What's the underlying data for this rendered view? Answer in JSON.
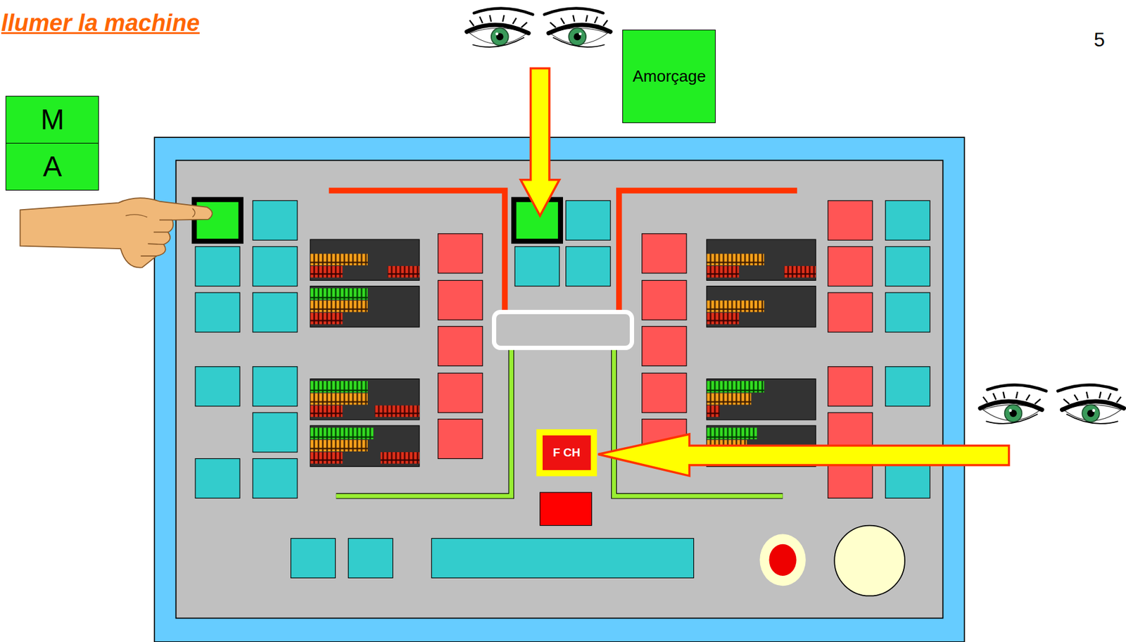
{
  "diagram": {
    "title": "llumer la machine",
    "nodes": [
      {
        "text": [
          "M",
          "A"
        ]
      },
      {
        "text": [
          "Amorçage"
        ]
      },
      {
        "text": [
          "F CH"
        ]
      }
    ],
    "labels": [
      "5"
    ]
  }
}
